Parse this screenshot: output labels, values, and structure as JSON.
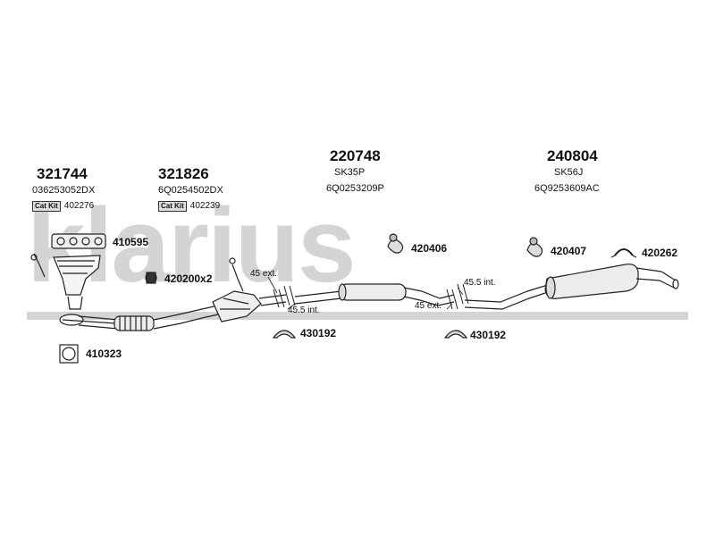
{
  "watermark": "klarius",
  "groups": [
    {
      "part": "321744",
      "ref": "036253052DX",
      "catkit_label": "Cat Kit",
      "catkit_no": "402276"
    },
    {
      "part": "321826",
      "ref": "6Q0254502DX",
      "catkit_label": "Cat Kit",
      "catkit_no": "402239"
    },
    {
      "part": "220748",
      "ref1": "SK35P",
      "ref2": "6Q0253209P"
    },
    {
      "part": "240804",
      "ref1": "SK56J",
      "ref2": "6Q9253609AC"
    }
  ],
  "labels": {
    "gasket_manifold": "410595",
    "gasket_ring": "410323",
    "spring_bolts": "420200x2",
    "mount_1": "420406",
    "mount_2": "420407",
    "hanger": "420262",
    "clamp_1": "430192",
    "clamp_2": "430192"
  },
  "dimensions": {
    "d1_ext": "45 ext.",
    "d1_int": "45.5 int.",
    "d2_int": "45.5 int.",
    "d2_ext": "45 ext."
  }
}
